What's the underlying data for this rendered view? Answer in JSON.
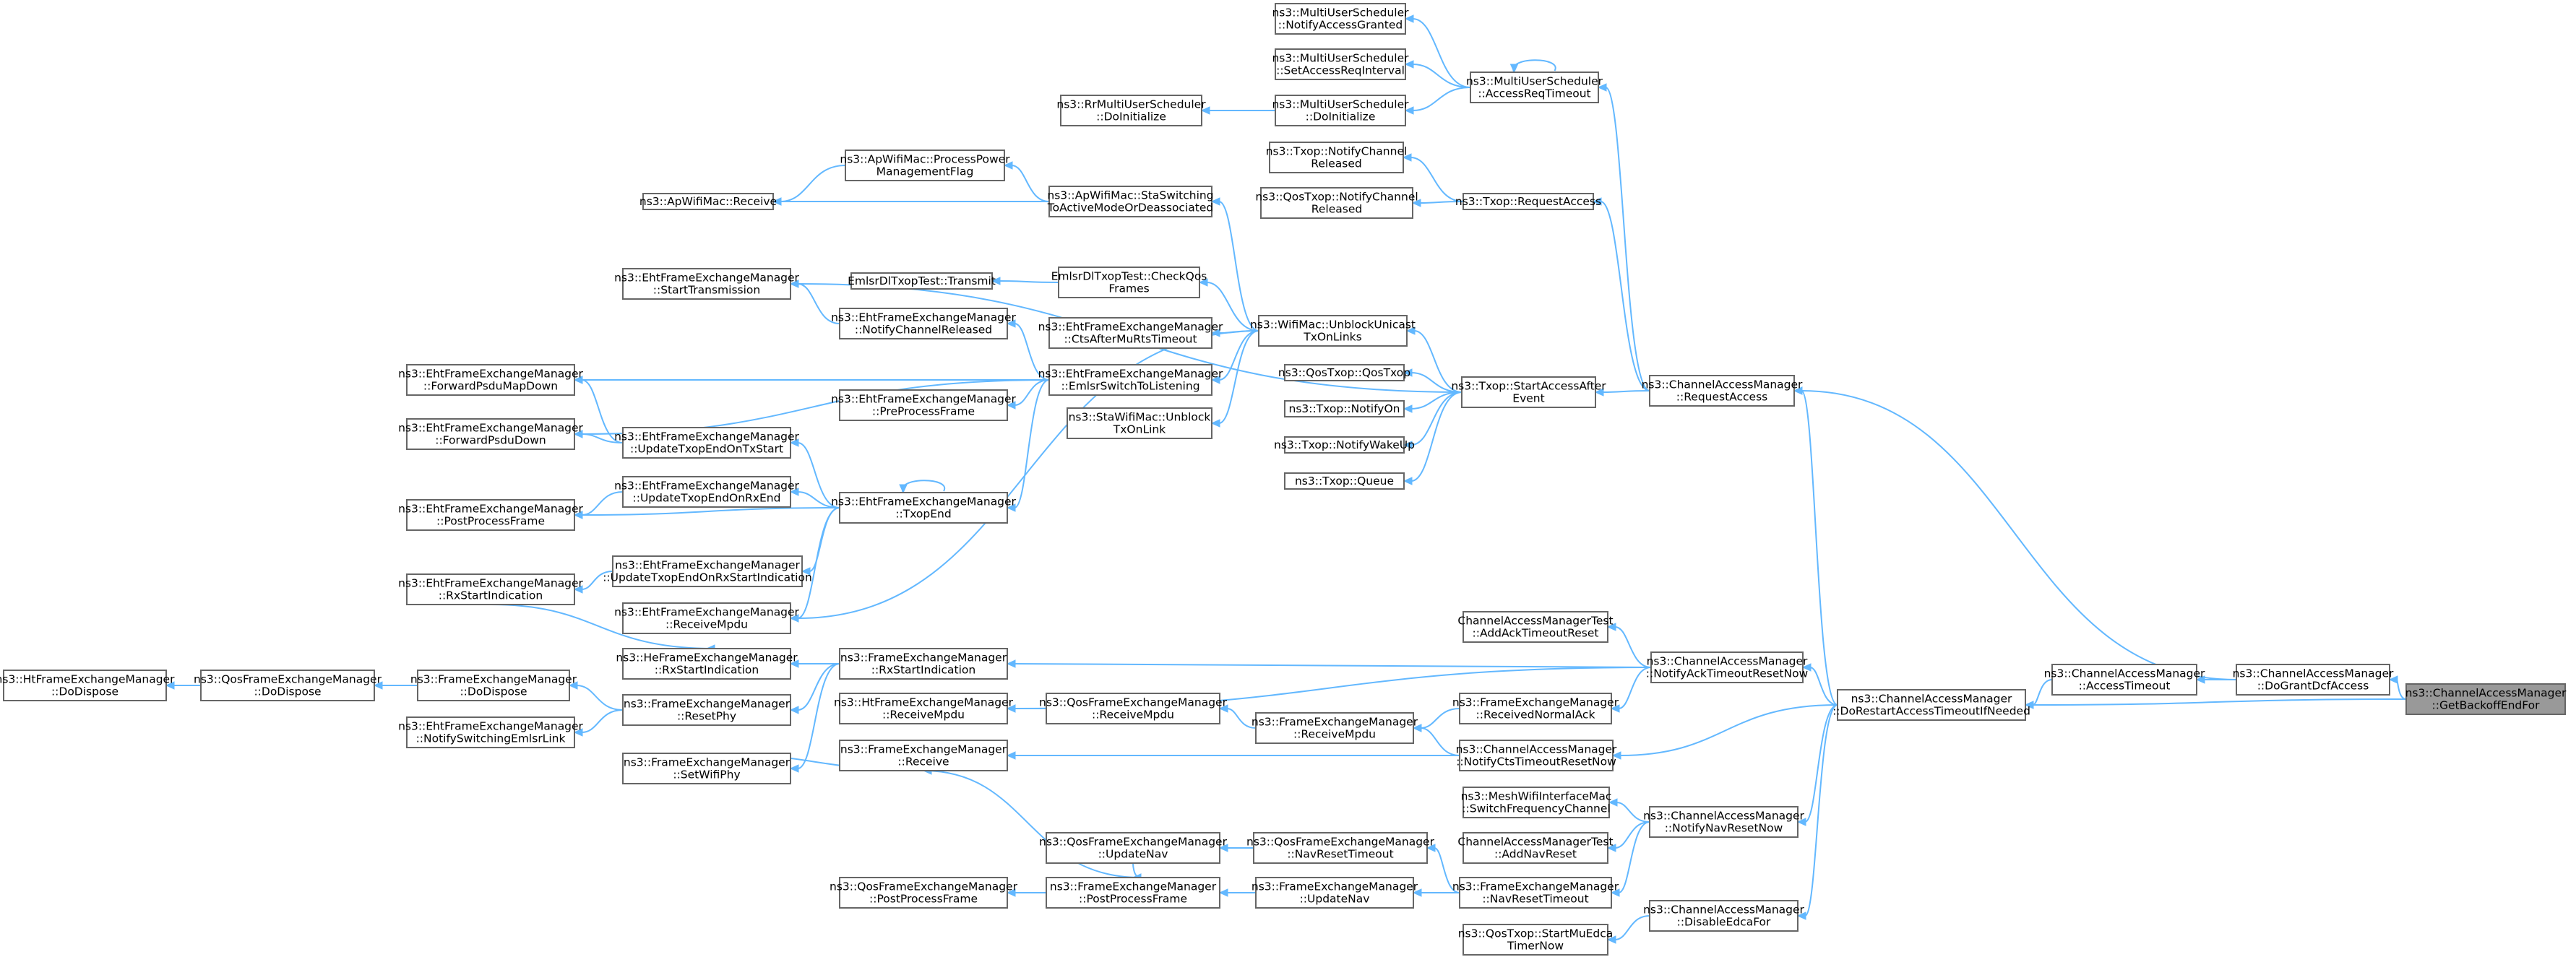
{
  "diagram": {
    "nodes": [
      {
        "id": "root",
        "lines": [
          "ns3::ChannelAccessManager",
          "::GetBackoffEndFor"
        ],
        "root": true
      },
      {
        "id": "grantDcf",
        "lines": [
          "ns3::ChannelAccessManager",
          "::DoGrantDcfAccess"
        ]
      },
      {
        "id": "accessTimeout",
        "lines": [
          "ns3::ChannelAccessManager",
          "::AccessTimeout"
        ]
      },
      {
        "id": "doRestart",
        "lines": [
          "ns3::ChannelAccessManager",
          "::DoRestartAccessTimeoutIfNeeded"
        ]
      },
      {
        "id": "requestAccess",
        "lines": [
          "ns3::ChannelAccessManager",
          "::RequestAccess"
        ]
      },
      {
        "id": "notifyAck",
        "lines": [
          "ns3::ChannelAccessManager",
          "::NotifyAckTimeoutResetNow"
        ]
      },
      {
        "id": "notifyCts",
        "lines": [
          "ns3::ChannelAccessManager",
          "::NotifyCtsTimeoutResetNow"
        ]
      },
      {
        "id": "notifyNav",
        "lines": [
          "ns3::ChannelAccessManager",
          "::NotifyNavResetNow"
        ]
      },
      {
        "id": "disableEdca",
        "lines": [
          "ns3::ChannelAccessManager",
          "::DisableEdcaFor"
        ]
      },
      {
        "id": "camtAckReset",
        "lines": [
          "ChannelAccessManagerTest",
          "::AddAckTimeoutReset"
        ]
      },
      {
        "id": "camtNavReset",
        "lines": [
          "ChannelAccessManagerTest",
          "::AddNavReset"
        ]
      },
      {
        "id": "meshSwitch",
        "lines": [
          "ns3::MeshWifiInterfaceMac",
          "::SwitchFrequencyChannel"
        ]
      },
      {
        "id": "qosStartMuEdca",
        "lines": [
          "ns3::QosTxop::StartMuEdca",
          "TimerNow"
        ]
      },
      {
        "id": "txopStartAccess",
        "lines": [
          "ns3::Txop::StartAccessAfter",
          "Event"
        ]
      },
      {
        "id": "txopRequest",
        "lines": [
          "ns3::Txop::RequestAccess"
        ]
      },
      {
        "id": "txopNotifyCh",
        "lines": [
          "ns3::Txop::NotifyChannel",
          "Released"
        ]
      },
      {
        "id": "qosNotifyCh",
        "lines": [
          "ns3::QosTxop::NotifyChannel",
          "Released"
        ]
      },
      {
        "id": "musAccessReq",
        "lines": [
          "ns3::MultiUserScheduler",
          "::AccessReqTimeout"
        ]
      },
      {
        "id": "musNotifyGranted",
        "lines": [
          "ns3::MultiUserScheduler",
          "::NotifyAccessGranted"
        ]
      },
      {
        "id": "musSetInterval",
        "lines": [
          "ns3::MultiUserScheduler",
          "::SetAccessReqInterval"
        ]
      },
      {
        "id": "musDoInit",
        "lines": [
          "ns3::MultiUserScheduler",
          "::DoInitialize"
        ]
      },
      {
        "id": "rrDoInit",
        "lines": [
          "ns3::RrMultiUserScheduler",
          "::DoInitialize"
        ]
      },
      {
        "id": "qosTxopQos",
        "lines": [
          "ns3::QosTxop::QosTxop"
        ]
      },
      {
        "id": "txopNotifyOn",
        "lines": [
          "ns3::Txop::NotifyOn"
        ]
      },
      {
        "id": "txopWakeUp",
        "lines": [
          "ns3::Txop::NotifyWakeUp"
        ]
      },
      {
        "id": "txopQueue",
        "lines": [
          "ns3::Txop::Queue"
        ]
      },
      {
        "id": "unblockUnicast",
        "lines": [
          "ns3::WifiMac::UnblockUnicast",
          "TxOnLinks"
        ]
      },
      {
        "id": "staUnblock",
        "lines": [
          "ns3::StaWifiMac::Unblock",
          "TxOnLink"
        ]
      },
      {
        "id": "apStaSwitching",
        "lines": [
          "ns3::ApWifiMac::StaSwitching",
          "ToActiveModeOrDeassociated"
        ]
      },
      {
        "id": "apProcessPower",
        "lines": [
          "ns3::ApWifiMac::ProcessPower",
          "ManagementFlag"
        ]
      },
      {
        "id": "apReceive",
        "lines": [
          "ns3::ApWifiMac::Receive"
        ]
      },
      {
        "id": "emlsrCheckQos",
        "lines": [
          "EmlsrDlTxopTest::CheckQos",
          "Frames"
        ]
      },
      {
        "id": "emlsrTransmit",
        "lines": [
          "EmlsrDlTxopTest::Transmit"
        ]
      },
      {
        "id": "ehtCtsAfterMu",
        "lines": [
          "ns3::EhtFrameExchangeManager",
          "::CtsAfterMuRtsTimeout"
        ]
      },
      {
        "id": "ehtEmlsrSwitch",
        "lines": [
          "ns3::EhtFrameExchangeManager",
          "::EmlsrSwitchToListening"
        ]
      },
      {
        "id": "ehtPreProcess",
        "lines": [
          "ns3::EhtFrameExchangeManager",
          "::PreProcessFrame"
        ]
      },
      {
        "id": "ehtNotifyCh",
        "lines": [
          "ns3::EhtFrameExchangeManager",
          "::NotifyChannelReleased"
        ]
      },
      {
        "id": "ehtStartTx",
        "lines": [
          "ns3::EhtFrameExchangeManager",
          "::StartTransmission"
        ]
      },
      {
        "id": "ehtFwdPsduMap",
        "lines": [
          "ns3::EhtFrameExchangeManager",
          "::ForwardPsduMapDown"
        ]
      },
      {
        "id": "ehtFwdPsdu",
        "lines": [
          "ns3::EhtFrameExchangeManager",
          "::ForwardPsduDown"
        ]
      },
      {
        "id": "ehtUpdTxStart",
        "lines": [
          "ns3::EhtFrameExchangeManager",
          "::UpdateTxopEndOnTxStart"
        ]
      },
      {
        "id": "ehtTxopEnd",
        "lines": [
          "ns3::EhtFrameExchangeManager",
          "::TxopEnd"
        ]
      },
      {
        "id": "ehtUpdRxEnd",
        "lines": [
          "ns3::EhtFrameExchangeManager",
          "::UpdateTxopEndOnRxEnd"
        ]
      },
      {
        "id": "ehtPostProcess",
        "lines": [
          "ns3::EhtFrameExchangeManager",
          "::PostProcessFrame"
        ]
      },
      {
        "id": "ehtUpdRxStart",
        "lines": [
          "ns3::EhtFrameExchangeManager",
          "::UpdateTxopEndOnRxStartIndication"
        ]
      },
      {
        "id": "ehtRxStart",
        "lines": [
          "ns3::EhtFrameExchangeManager",
          "::RxStartIndication"
        ]
      },
      {
        "id": "ehtReceiveMpdu",
        "lines": [
          "ns3::EhtFrameExchangeManager",
          "::ReceiveMpdu"
        ]
      },
      {
        "id": "heRxStart",
        "lines": [
          "ns3::HeFrameExchangeManager",
          "::RxStartIndication"
        ]
      },
      {
        "id": "femRxStart",
        "lines": [
          "ns3::FrameExchangeManager",
          "::RxStartIndication"
        ]
      },
      {
        "id": "femResetPhy",
        "lines": [
          "ns3::FrameExchangeManager",
          "::ResetPhy"
        ]
      },
      {
        "id": "femDoDispose",
        "lines": [
          "ns3::FrameExchangeManager",
          "::DoDispose"
        ]
      },
      {
        "id": "qosDoDispose",
        "lines": [
          "ns3::QosFrameExchangeManager",
          "::DoDispose"
        ]
      },
      {
        "id": "htDoDispose",
        "lines": [
          "ns3::HtFrameExchangeManager",
          "::DoDispose"
        ]
      },
      {
        "id": "ehtNotifySwitch",
        "lines": [
          "ns3::EhtFrameExchangeManager",
          "::NotifySwitchingEmlsrLink"
        ]
      },
      {
        "id": "femSetWifiPhy",
        "lines": [
          "ns3::FrameExchangeManager",
          "::SetWifiPhy"
        ]
      },
      {
        "id": "htReceiveMpdu",
        "lines": [
          "ns3::HtFrameExchangeManager",
          "::ReceiveMpdu"
        ]
      },
      {
        "id": "qosReceiveMpdu",
        "lines": [
          "ns3::QosFrameExchangeManager",
          "::ReceiveMpdu"
        ]
      },
      {
        "id": "femReceiveMpdu",
        "lines": [
          "ns3::FrameExchangeManager",
          "::ReceiveMpdu"
        ]
      },
      {
        "id": "femReceivedNormalAck",
        "lines": [
          "ns3::FrameExchangeManager",
          "::ReceivedNormalAck"
        ]
      },
      {
        "id": "femReceive",
        "lines": [
          "ns3::FrameExchangeManager",
          "::Receive"
        ]
      },
      {
        "id": "qosUpdateNav",
        "lines": [
          "ns3::QosFrameExchangeManager",
          "::UpdateNav"
        ]
      },
      {
        "id": "qosNavReset",
        "lines": [
          "ns3::QosFrameExchangeManager",
          "::NavResetTimeout"
        ]
      },
      {
        "id": "femPostProcess",
        "lines": [
          "ns3::FrameExchangeManager",
          "::PostProcessFrame"
        ]
      },
      {
        "id": "femUpdateNav",
        "lines": [
          "ns3::FrameExchangeManager",
          "::UpdateNav"
        ]
      },
      {
        "id": "femNavReset",
        "lines": [
          "ns3::FrameExchangeManager",
          "::NavResetTimeout"
        ]
      },
      {
        "id": "qosPostProcess",
        "lines": [
          "ns3::QosFrameExchangeManager",
          "::PostProcessFrame"
        ]
      }
    ],
    "edges": [
      [
        "grantDcf",
        "root"
      ],
      [
        "accessTimeout",
        "grantDcf"
      ],
      [
        "requestAccess",
        "grantDcf"
      ],
      [
        "doRestart",
        "accessTimeout"
      ],
      [
        "doRestart",
        "root"
      ],
      [
        "requestAccess",
        "doRestart"
      ],
      [
        "notifyAck",
        "doRestart"
      ],
      [
        "notifyCts",
        "doRestart"
      ],
      [
        "notifyNav",
        "doRestart"
      ],
      [
        "disableEdca",
        "doRestart"
      ],
      [
        "txopStartAccess",
        "requestAccess"
      ],
      [
        "txopRequest",
        "requestAccess"
      ],
      [
        "musAccessReq",
        "requestAccess"
      ],
      [
        "camtAckReset",
        "notifyAck"
      ],
      [
        "femRxStart",
        "notifyAck"
      ],
      [
        "htReceiveMpdu",
        "notifyAck"
      ],
      [
        "femReceivedNormalAck",
        "notifyAck"
      ],
      [
        "femReceiveMpdu",
        "notifyCts"
      ],
      [
        "femReceive",
        "notifyCts"
      ],
      [
        "meshSwitch",
        "notifyNav"
      ],
      [
        "camtNavReset",
        "notifyNav"
      ],
      [
        "femNavReset",
        "notifyNav"
      ],
      [
        "qosStartMuEdca",
        "disableEdca"
      ],
      [
        "unblockUnicast",
        "txopStartAccess"
      ],
      [
        "ehtStartTx",
        "txopStartAccess"
      ],
      [
        "qosTxopQos",
        "txopStartAccess"
      ],
      [
        "txopNotifyOn",
        "txopStartAccess"
      ],
      [
        "txopWakeUp",
        "txopStartAccess"
      ],
      [
        "txopQueue",
        "txopStartAccess"
      ],
      [
        "txopNotifyCh",
        "txopRequest"
      ],
      [
        "qosNotifyCh",
        "txopRequest"
      ],
      [
        "musNotifyGranted",
        "musAccessReq"
      ],
      [
        "musSetInterval",
        "musAccessReq"
      ],
      [
        "musDoInit",
        "musAccessReq"
      ],
      [
        "musAccessReq",
        "musAccessReq"
      ],
      [
        "rrDoInit",
        "musDoInit"
      ],
      [
        "apStaSwitching",
        "unblockUnicast"
      ],
      [
        "emlsrCheckQos",
        "unblockUnicast"
      ],
      [
        "ehtCtsAfterMu",
        "unblockUnicast"
      ],
      [
        "ehtEmlsrSwitch",
        "unblockUnicast"
      ],
      [
        "staUnblock",
        "unblockUnicast"
      ],
      [
        "ehtReceiveMpdu",
        "unblockUnicast"
      ],
      [
        "apProcessPower",
        "apStaSwitching"
      ],
      [
        "apReceive",
        "apStaSwitching"
      ],
      [
        "apReceive",
        "apProcessPower"
      ],
      [
        "emlsrTransmit",
        "emlsrCheckQos"
      ],
      [
        "ehtNotifyCh",
        "ehtEmlsrSwitch"
      ],
      [
        "ehtFwdPsduMap",
        "ehtEmlsrSwitch"
      ],
      [
        "ehtPreProcess",
        "ehtEmlsrSwitch"
      ],
      [
        "ehtTxopEnd",
        "ehtEmlsrSwitch"
      ],
      [
        "ehtFwdPsdu",
        "ehtEmlsrSwitch"
      ],
      [
        "ehtStartTx",
        "ehtNotifyCh"
      ],
      [
        "ehtFwdPsduMap",
        "ehtUpdTxStart"
      ],
      [
        "ehtFwdPsdu",
        "ehtUpdTxStart"
      ],
      [
        "ehtUpdTxStart",
        "ehtTxopEnd"
      ],
      [
        "ehtUpdRxEnd",
        "ehtTxopEnd"
      ],
      [
        "ehtPostProcess",
        "ehtTxopEnd"
      ],
      [
        "ehtUpdRxStart",
        "ehtTxopEnd"
      ],
      [
        "ehtReceiveMpdu",
        "ehtTxopEnd"
      ],
      [
        "ehtTxopEnd",
        "ehtTxopEnd"
      ],
      [
        "ehtPostProcess",
        "ehtUpdRxEnd"
      ],
      [
        "ehtRxStart",
        "ehtUpdRxStart"
      ],
      [
        "heRxStart",
        "ehtRxStart"
      ],
      [
        "heRxStart",
        "femRxStart"
      ],
      [
        "femResetPhy",
        "femRxStart"
      ],
      [
        "femSetWifiPhy",
        "femRxStart"
      ],
      [
        "femDoDispose",
        "femResetPhy"
      ],
      [
        "ehtNotifySwitch",
        "femResetPhy"
      ],
      [
        "qosDoDispose",
        "femDoDispose"
      ],
      [
        "htDoDispose",
        "qosDoDispose"
      ],
      [
        "femReceive",
        "femSetWifiPhy"
      ],
      [
        "qosReceiveMpdu",
        "femReceiveMpdu"
      ],
      [
        "htReceiveMpdu",
        "qosReceiveMpdu"
      ],
      [
        "femReceiveMpdu",
        "femReceivedNormalAck"
      ],
      [
        "femPostProcess",
        "femReceive"
      ],
      [
        "femUpdateNav",
        "femNavReset"
      ],
      [
        "qosNavReset",
        "femNavReset"
      ],
      [
        "femPostProcess",
        "femUpdateNav"
      ],
      [
        "qosUpdateNav",
        "qosNavReset"
      ],
      [
        "femPostProcess",
        "qosUpdateNav"
      ],
      [
        "qosPostProcess",
        "femPostProcess"
      ]
    ]
  }
}
